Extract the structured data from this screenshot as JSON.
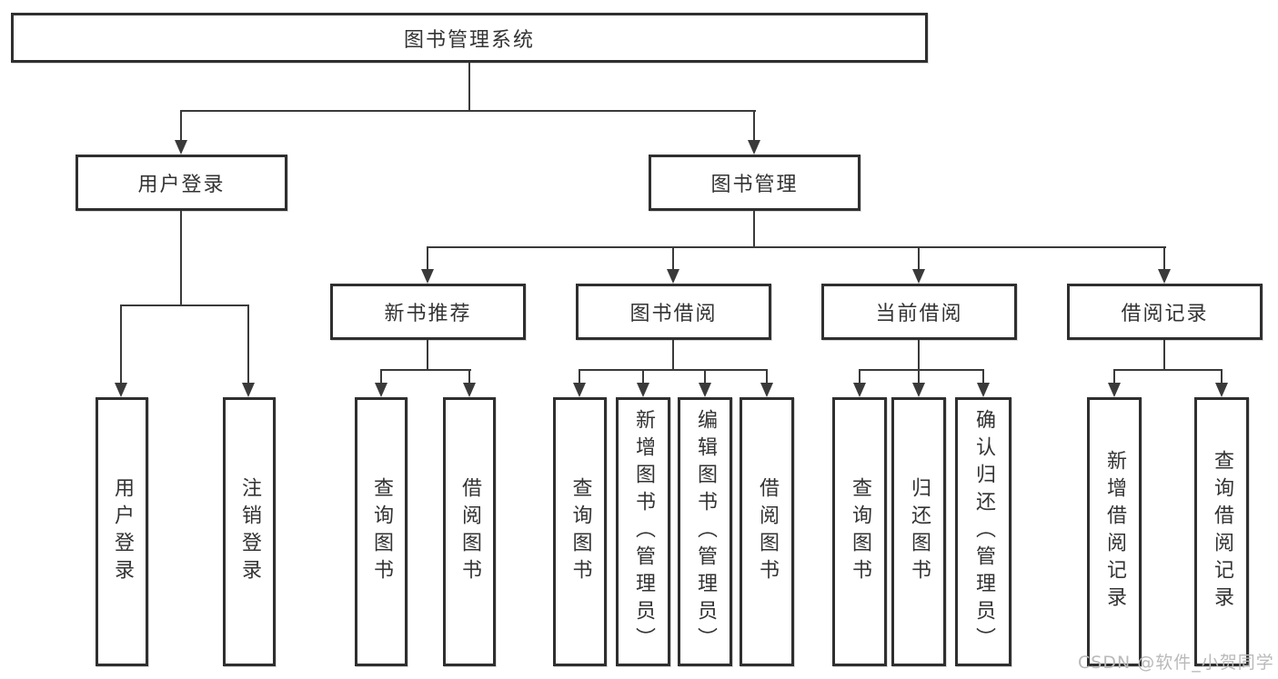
{
  "root": {
    "label": "图书管理系统"
  },
  "level2": [
    {
      "label": "用户登录",
      "children": [
        {
          "label": "用户登录"
        },
        {
          "label": "注销登录"
        }
      ]
    },
    {
      "label": "图书管理",
      "children": [
        {
          "label": "新书推荐",
          "children": [
            {
              "label": "查询图书"
            },
            {
              "label": "借阅图书"
            }
          ]
        },
        {
          "label": "图书借阅",
          "children": [
            {
              "label": "查询图书"
            },
            {
              "label": "新增图书（管理员）"
            },
            {
              "label": "编辑图书（管理员）"
            },
            {
              "label": "借阅图书"
            }
          ]
        },
        {
          "label": "当前借阅",
          "children": [
            {
              "label": "查询图书"
            },
            {
              "label": "归还图书"
            },
            {
              "label": "确认归还（管理员）"
            }
          ]
        },
        {
          "label": "借阅记录",
          "children": [
            {
              "label": "新增借阅记录"
            },
            {
              "label": "查询借阅记录"
            }
          ]
        }
      ]
    }
  ],
  "watermark": "CSDN @软件_小贺同学",
  "colors": {
    "line": "#3a3a3a",
    "box_border": "#2f2f2f",
    "text": "#333333",
    "watermark": "#b9b9b9",
    "background": "#ffffff"
  }
}
